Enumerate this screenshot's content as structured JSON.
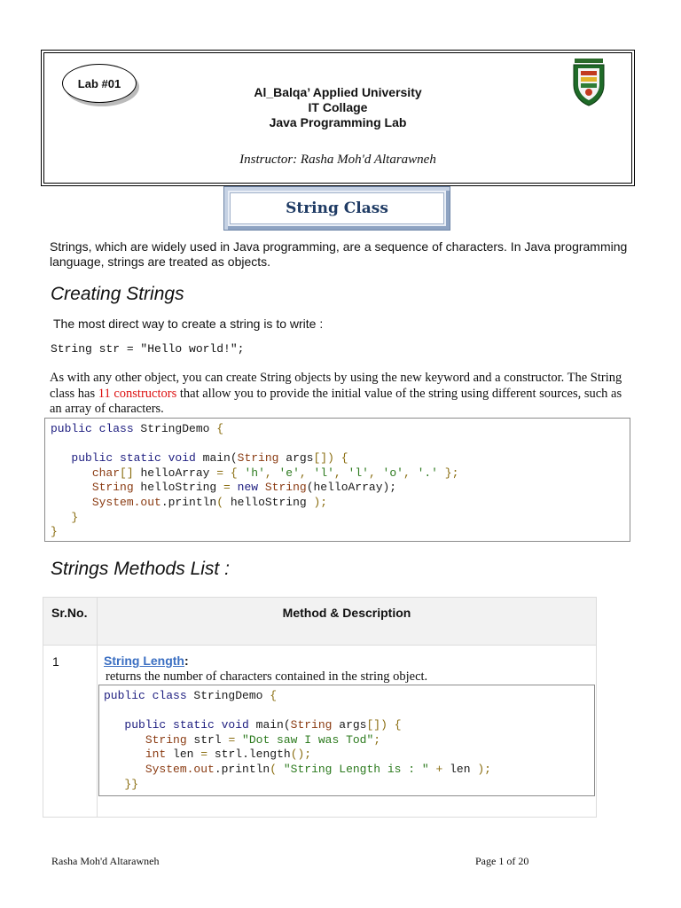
{
  "header": {
    "lab": "Lab #01",
    "lines": [
      "Al_Balqa’ Applied University",
      "IT Collage",
      "Java Programming Lab"
    ],
    "instructor": "Instructor: Rasha Moh'd Altarawneh",
    "logo_icon": "university-shield-logo"
  },
  "title": "String Class",
  "intro": "Strings, which are widely used in Java programming, are a sequence of characters. In Java programming language, strings are treated as objects.",
  "section1": {
    "heading": "Creating Strings",
    "direct": "The most direct way to create a string is to write :",
    "code_line": "String str = \"Hello world!\";",
    "para_before": "As with any other object, you can create String objects by using the new keyword and a constructor. The String class has ",
    "para_red": "11 constructors",
    "para_after": " that allow you to provide the initial value of the string using different sources, such as an array of characters."
  },
  "code1": [
    "public class StringDemo {",
    "",
    "   public static void main(String args[]) {",
    "      char[] helloArray = { 'h', 'e', 'l', 'l', 'o', '.' };",
    "      String helloString = new String(helloArray);",
    "      System.out.println( helloString );",
    "   }",
    "}"
  ],
  "section2": {
    "heading": "Strings Methods List :"
  },
  "table": {
    "col1": "Sr.No.",
    "col2": "Method & Description",
    "rows": [
      {
        "num": "1",
        "link": "String Length",
        "desc": "returns the number of characters contained in the string object.",
        "code": [
          "public class StringDemo {",
          "",
          "   public static void main(String args[]) {",
          "      String strl = \"Dot saw I was Tod\";",
          "      int len = strl.length();",
          "      System.out.println( \"String Length is : \" + len );",
          "   }}"
        ]
      }
    ]
  },
  "footer": {
    "author": "Rasha Moh'd Altarawneh",
    "page": "Page 1 of 20"
  },
  "colors": {
    "link": "#3b6fc2",
    "red": "#dd1111",
    "title": "#1f3b64"
  }
}
